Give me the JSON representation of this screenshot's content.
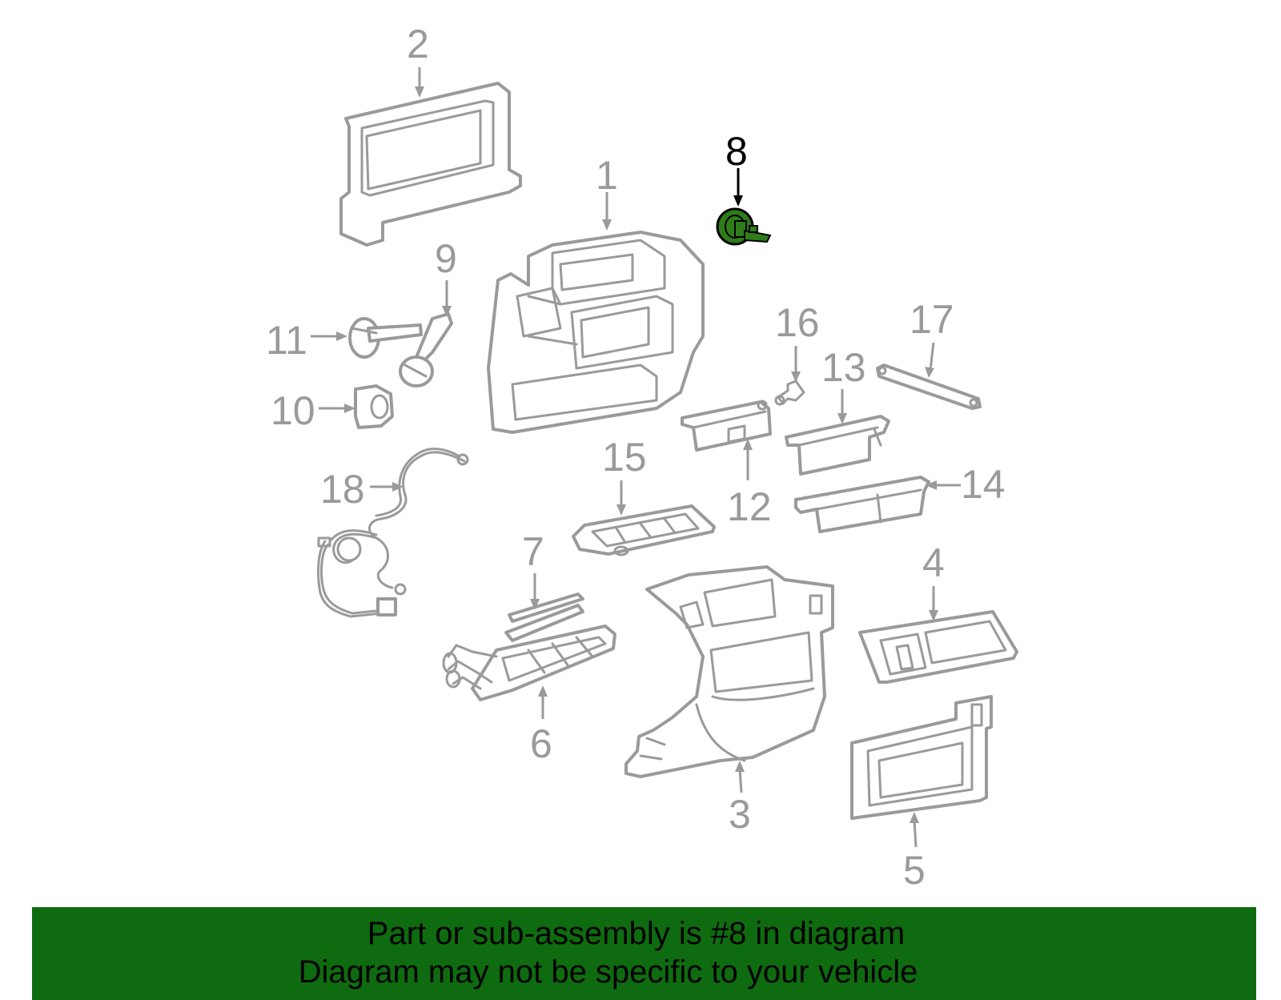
{
  "callouts": [
    {
      "id": "1",
      "label": "1"
    },
    {
      "id": "2",
      "label": "2"
    },
    {
      "id": "3",
      "label": "3"
    },
    {
      "id": "4",
      "label": "4"
    },
    {
      "id": "5",
      "label": "5"
    },
    {
      "id": "6",
      "label": "6"
    },
    {
      "id": "7",
      "label": "7"
    },
    {
      "id": "8",
      "label": "8"
    },
    {
      "id": "9",
      "label": "9"
    },
    {
      "id": "10",
      "label": "10"
    },
    {
      "id": "11",
      "label": "11"
    },
    {
      "id": "12",
      "label": "12"
    },
    {
      "id": "13",
      "label": "13"
    },
    {
      "id": "14",
      "label": "14"
    },
    {
      "id": "15",
      "label": "15"
    },
    {
      "id": "16",
      "label": "16"
    },
    {
      "id": "17",
      "label": "17"
    },
    {
      "id": "18",
      "label": "18"
    }
  ],
  "highlight": {
    "part": "8",
    "fill_color": "#2e7d1a",
    "outline_color": "#000000"
  },
  "colors": {
    "line_art": "#9a9a9a",
    "banner_bg": "#0f6b0f",
    "banner_text": "#000000"
  },
  "banner": {
    "line1": "Part or sub-assembly is #8 in diagram",
    "line2": "Diagram may not be specific to your vehicle"
  }
}
